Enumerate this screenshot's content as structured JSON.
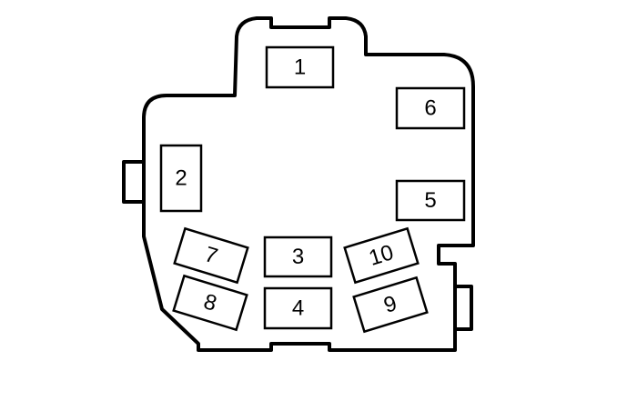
{
  "diagram": {
    "slots": [
      {
        "id": "1",
        "label": "1"
      },
      {
        "id": "2",
        "label": "2"
      },
      {
        "id": "3",
        "label": "3"
      },
      {
        "id": "4",
        "label": "4"
      },
      {
        "id": "5",
        "label": "5"
      },
      {
        "id": "6",
        "label": "6"
      },
      {
        "id": "7",
        "label": "7"
      },
      {
        "id": "8",
        "label": "8"
      },
      {
        "id": "9",
        "label": "9"
      },
      {
        "id": "10",
        "label": "10"
      }
    ],
    "colors": {
      "stroke": "#000000",
      "background": "#ffffff"
    }
  }
}
